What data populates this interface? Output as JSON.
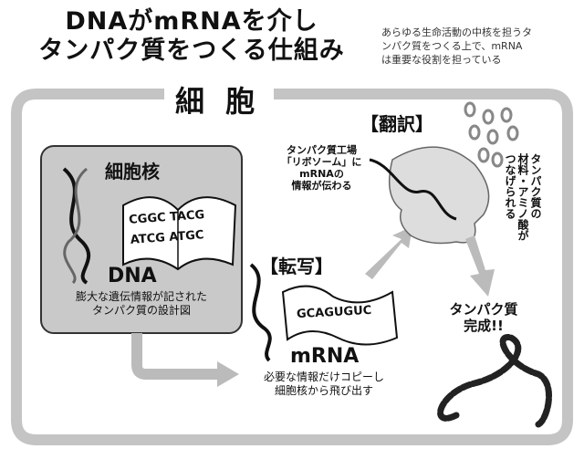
{
  "title": {
    "line1": "DNAがmRNAを介し",
    "line2": "タンパク質をつくる仕組み"
  },
  "intro": {
    "line1": "あらゆる生命活動の中核を担うタ",
    "line2": "ンパク質をつくる上で、mRNA",
    "line3": "は重要な役割を担っている"
  },
  "cell_label": "細 胞",
  "nucleus": {
    "label": "細胞核",
    "book_line1": "CGGC TACG",
    "book_line2": "ATCG ATGC",
    "dna_label": "DNA",
    "desc_line1": "膨大な遺伝情報が記された",
    "desc_line2": "タンパク質の設計図"
  },
  "transcription": {
    "label": "【転写】",
    "flag_text": "GCAGUGUC",
    "mrna_label": "mRNA",
    "desc_line1": "必要な情報だけコピーし",
    "desc_line2": "細胞核から飛び出す"
  },
  "translation": {
    "label": "【翻訳】",
    "ribo_line1": "タンパク質工場",
    "ribo_line2": "「リボソーム」に",
    "ribo_line3": "mRNAの",
    "ribo_line4": "情報が伝わる",
    "amino_col1": "タンパク質の",
    "amino_col2": "材料・アミノ酸が",
    "amino_col3": "つなげられる"
  },
  "protein": {
    "line1": "タンパク質",
    "line2": "完成!!"
  }
}
